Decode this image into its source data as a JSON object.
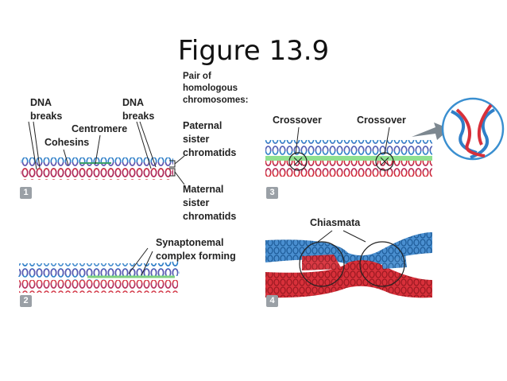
{
  "title": "Figure 13.9",
  "labels": {
    "dna_breaks_left": "DNA\nbreaks",
    "dna_breaks_right": "DNA\nbreaks",
    "centromere": "Centromere",
    "cohesins": "Cohesins",
    "pair_homologous": "Pair of\nhomologous\nchromosomes:",
    "paternal": "Paternal\nsister\nchromatids",
    "maternal": "Maternal\nsister\nchromatids",
    "synaptonemal": "Synaptonemal\ncomplex forming",
    "crossover_left": "Crossover",
    "crossover_right": "Crossover",
    "chiasmata": "Chiasmata"
  },
  "steps": [
    "1",
    "2",
    "3",
    "4"
  ],
  "colors": {
    "paternal": "#3a8fd0",
    "paternal_alt": "#7b3fa0",
    "maternal": "#d8303a",
    "maternal_alt": "#a02a6a",
    "complex": "#7fd07f",
    "badge": "#9aa0a6"
  }
}
